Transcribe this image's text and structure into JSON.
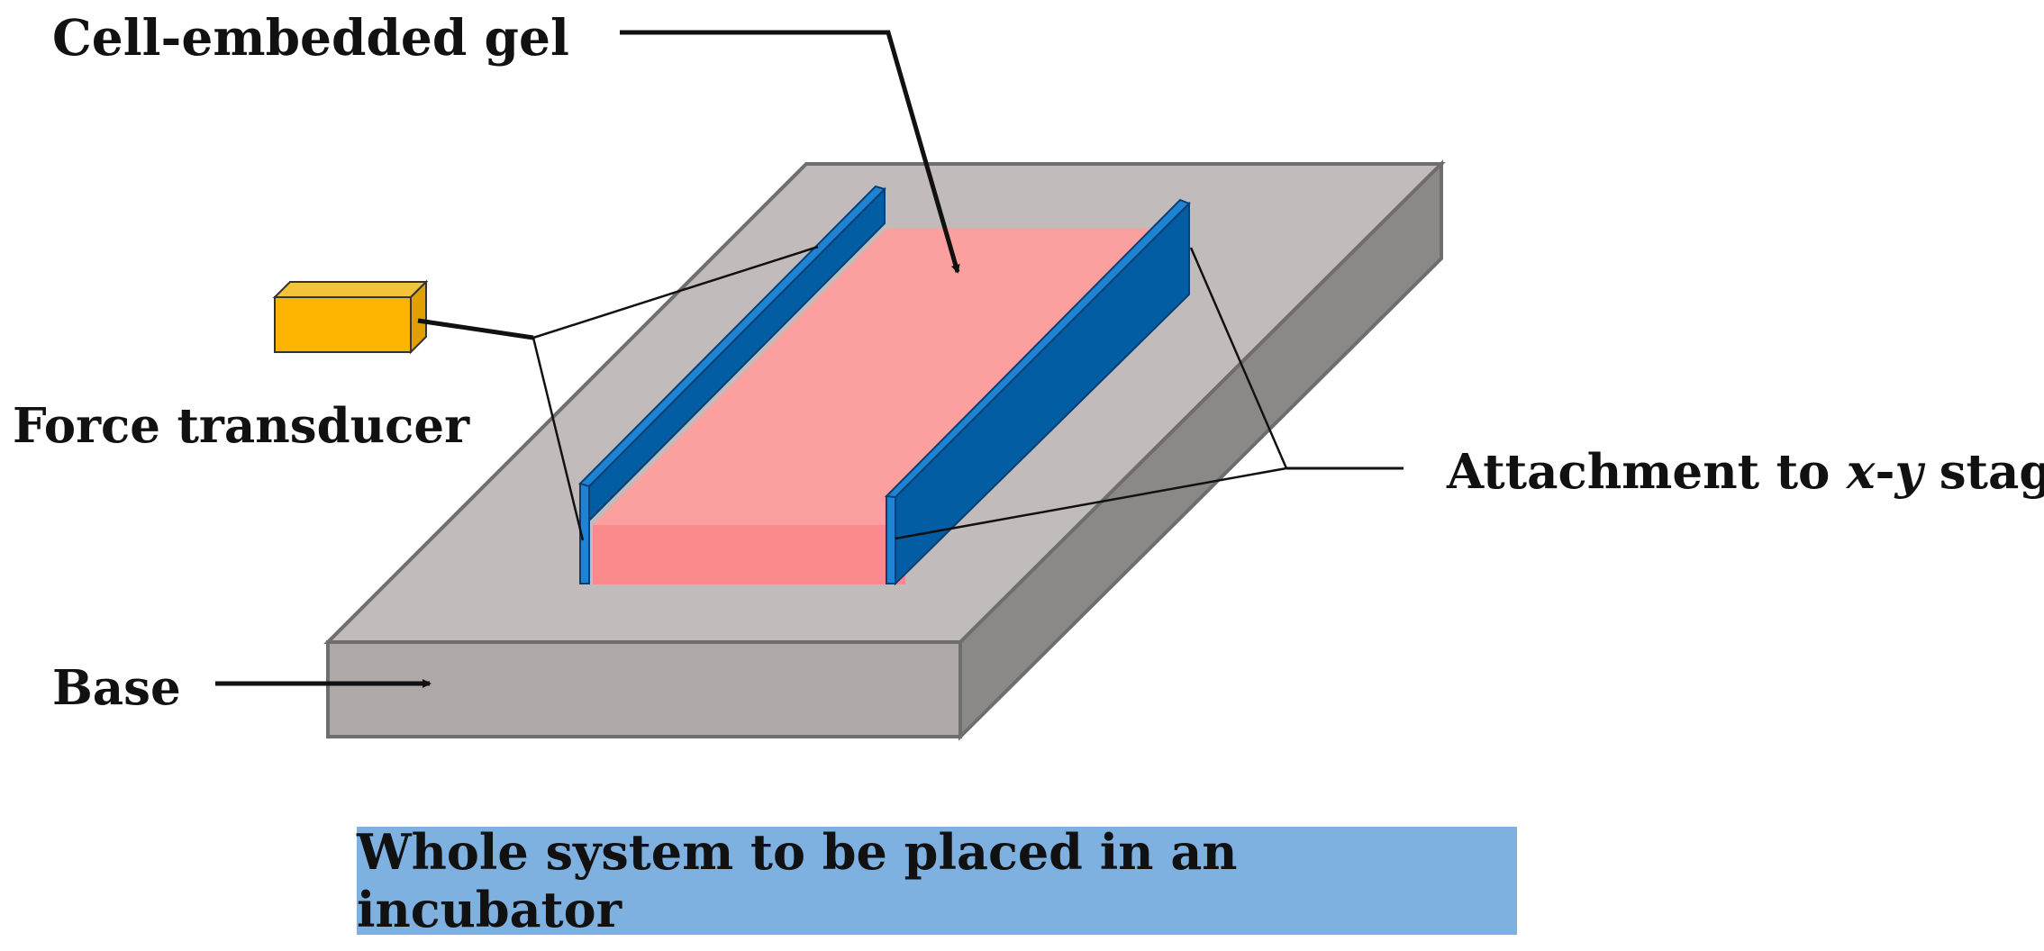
{
  "labels": {
    "cell_embedded_gel": "Cell-embedded gel",
    "force_transducer": "Force transducer",
    "base": "Base",
    "attachment_prefix": "Attachment to ",
    "attachment_var_x": "x",
    "attachment_dash": "-",
    "attachment_var_y": "y",
    "attachment_suffix": " stage"
  },
  "banner": {
    "text": "Whole system to be placed in an incubator"
  },
  "colors": {
    "base_top": "#c2bbbb",
    "base_front": "#aea8a6",
    "base_side": "#8b8986",
    "base_edge": "#6e6e6e",
    "gel_top": "#fba09f",
    "gel_front": "#fb8a8c",
    "bar_dark": "#035da2",
    "bar_light": "#1d83d2",
    "transducer_front": "#fcb400",
    "transducer_top": "#f5c339",
    "transducer_side": "#e0a000",
    "banner_fill": "#7eb0e0",
    "text": "#111111"
  }
}
